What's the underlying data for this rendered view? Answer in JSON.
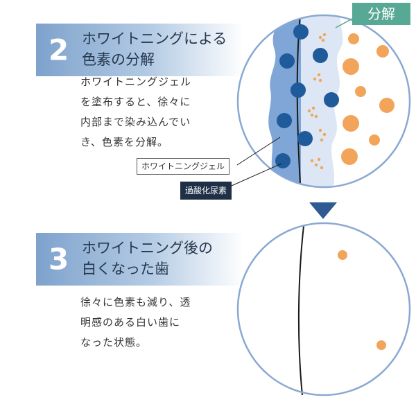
{
  "step2": {
    "number": "2",
    "title_line1": "ホワイトニングによる",
    "title_line2": "色素の分解",
    "body_lines": [
      "ホワイトニングジェル",
      "を塗布すると、徐々に",
      "内部まで染み込んでい",
      "き、色素を分解。"
    ]
  },
  "step3": {
    "number": "3",
    "title_line1": "ホワイトニング後の",
    "title_line2": "白くなった歯",
    "body_lines": [
      "徐々に色素も減り、透",
      "明感のある白い歯に",
      "なった状態。"
    ]
  },
  "labels": {
    "gel": "ホワイトニングジェル",
    "peroxide": "過酸化尿素",
    "decompose": "分解"
  },
  "colors": {
    "banner_blue": "#7ea2cc",
    "gel_blue": "#7fa6d6",
    "enamel_blue": "#dce6f4",
    "particle_navy": "#1f5a9a",
    "pigment_orange": "#f2a55a",
    "circle_border": "#8aa9d2",
    "tag_green": "#57a895",
    "arrow_navy": "#2f5a94"
  }
}
